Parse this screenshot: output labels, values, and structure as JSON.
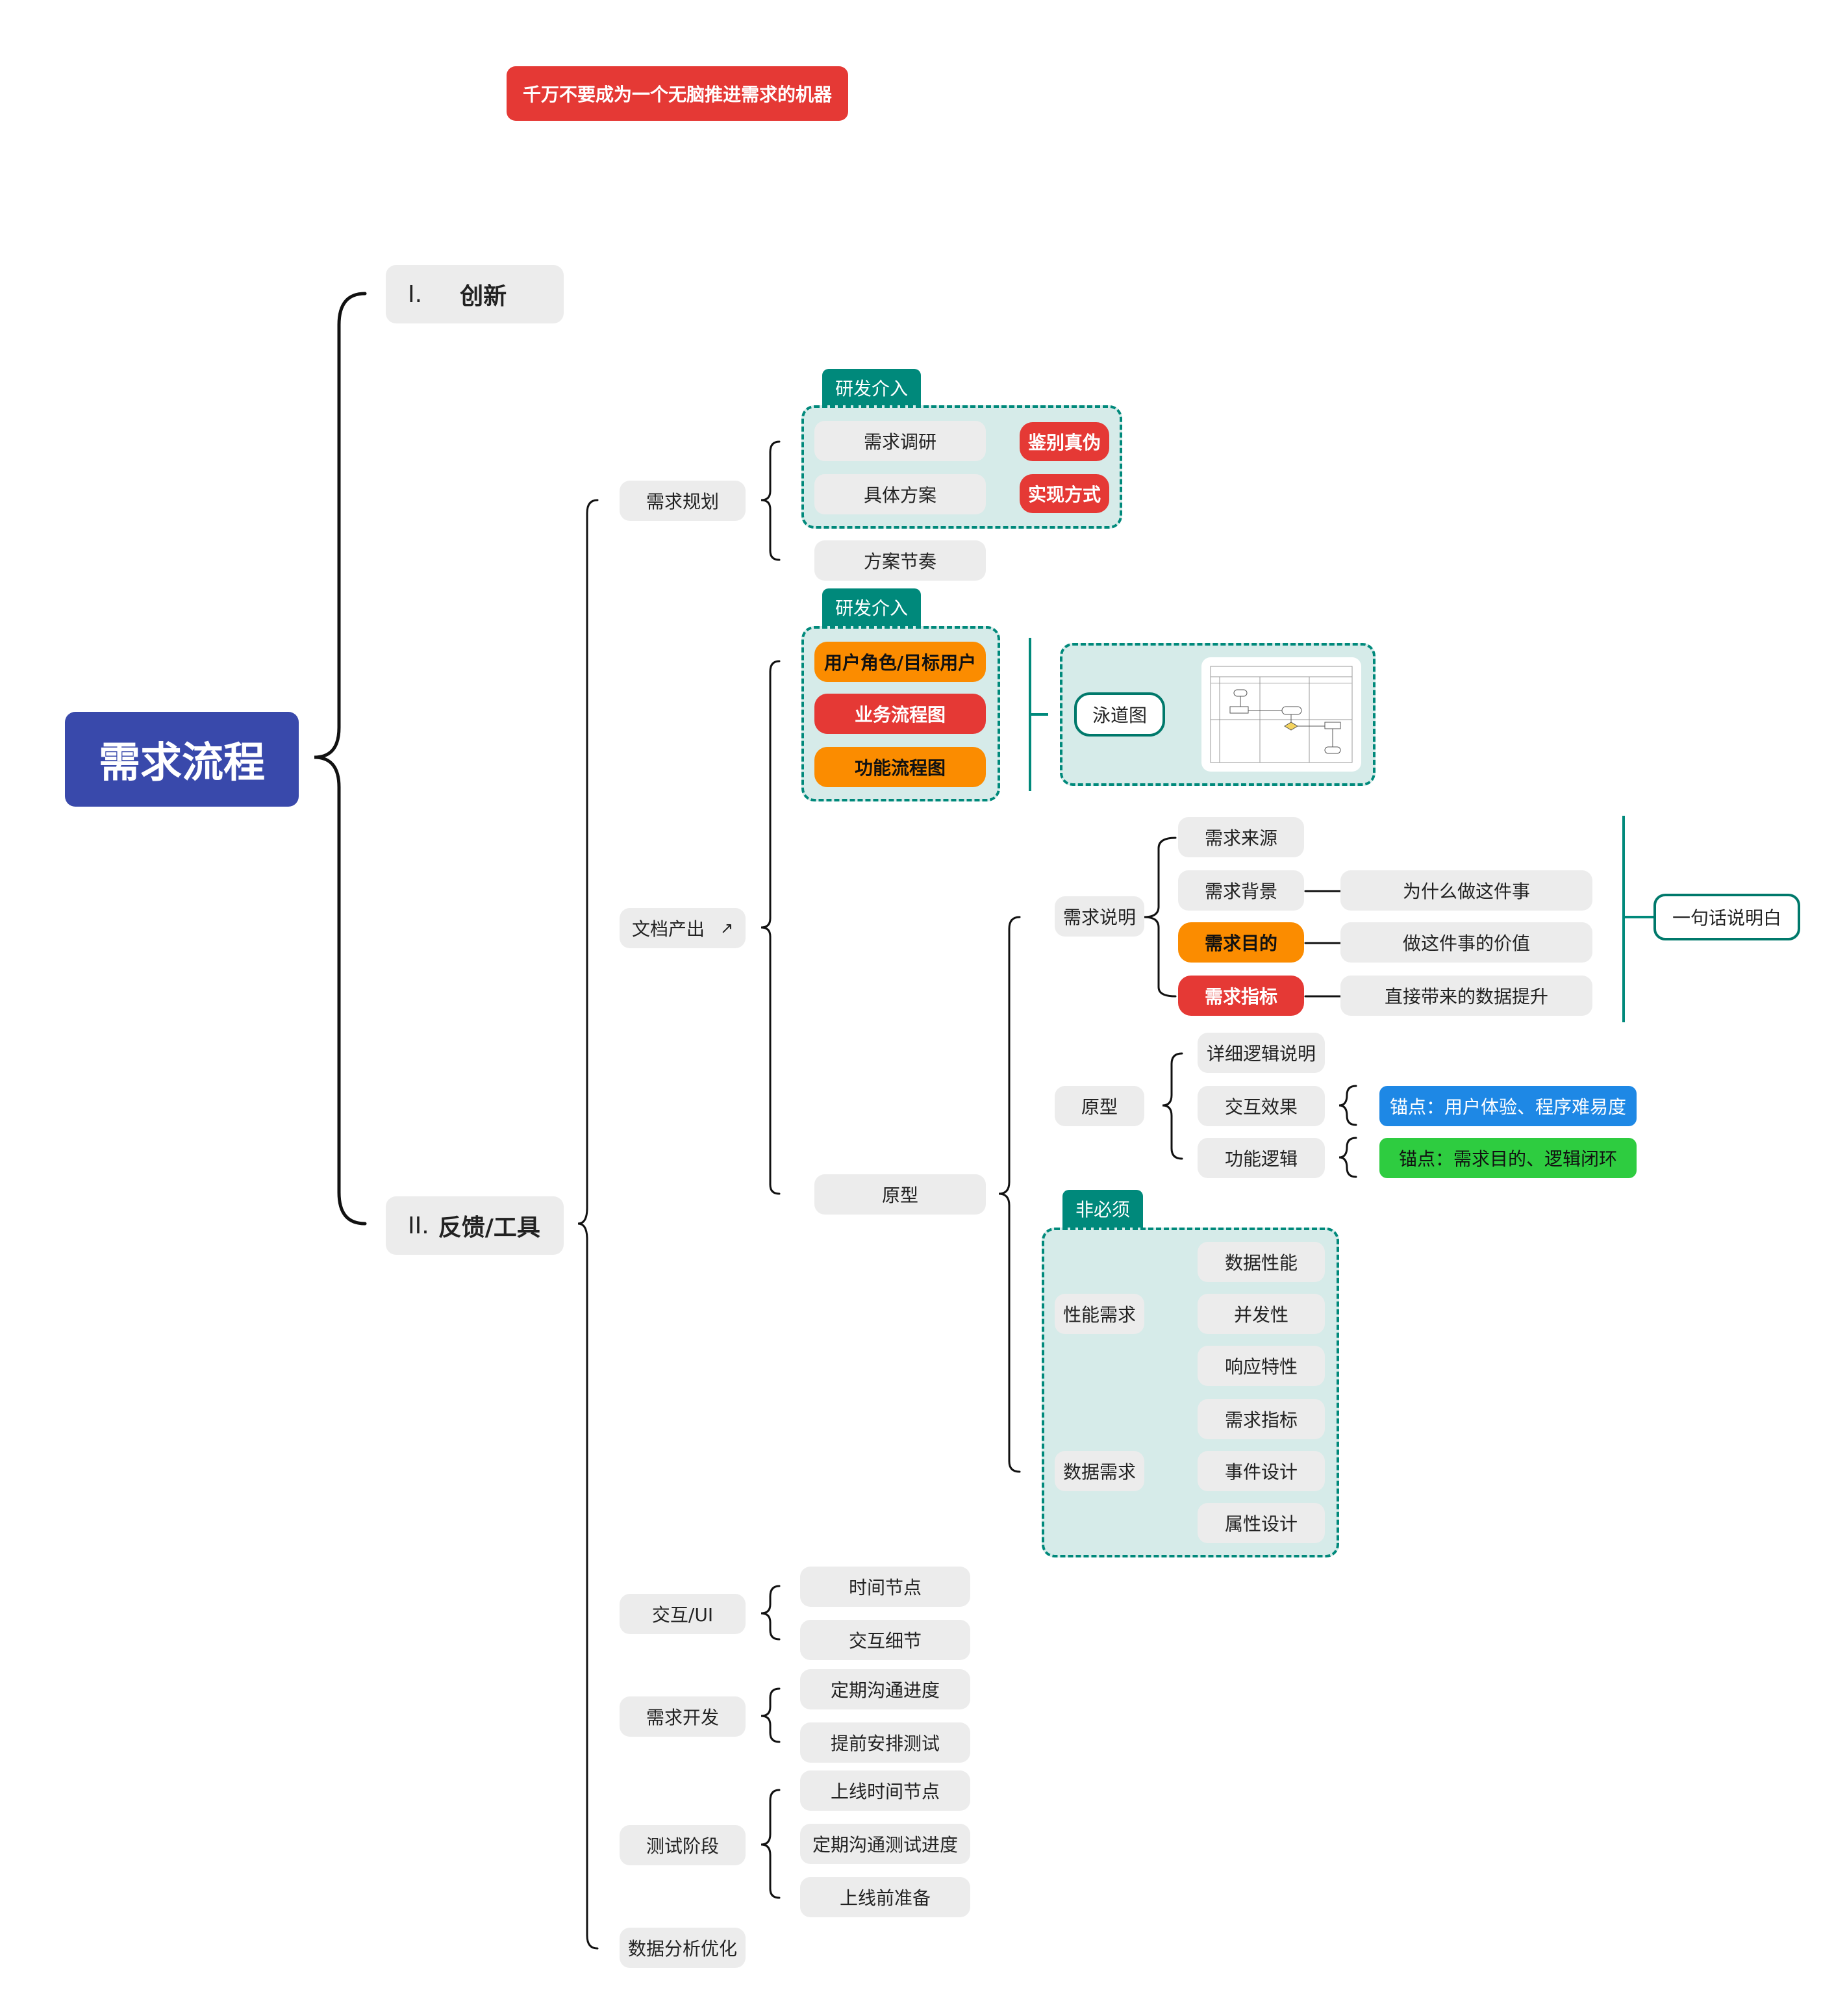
{
  "root": "需求流程",
  "banner": "千万不要成为一个无脑推进需求的机器",
  "section1": {
    "num": "I.",
    "label": "创新"
  },
  "section2": {
    "num": "II.",
    "label": "反馈/工具"
  },
  "planning": {
    "label": "需求规划",
    "tag": "研发介入",
    "items": [
      "需求调研",
      "具体方案"
    ],
    "notes": [
      "鉴别真伪",
      "实现方式"
    ],
    "extra": "方案节奏"
  },
  "docs": {
    "label": "文档产出",
    "tag": "研发介入",
    "items": [
      "用户角色/目标用户",
      "业务流程图",
      "功能流程图"
    ],
    "swimlane": "泳道图",
    "prototype": "原型"
  },
  "desc": {
    "label": "需求说明",
    "items": [
      "需求来源",
      "需求背景",
      "需求目的",
      "需求指标"
    ],
    "notes": [
      "为什么做这件事",
      "做这件事的价值",
      "直接带来的数据提升"
    ],
    "summary": "一句话说明白"
  },
  "proto": {
    "label": "原型",
    "items": [
      "详细逻辑说明",
      "交互效果",
      "功能逻辑"
    ],
    "anchors": [
      "锚点：用户体验、程序难易度",
      "锚点：需求目的、逻辑闭环"
    ]
  },
  "optional": {
    "tag": "非必须",
    "perf": {
      "label": "性能需求",
      "items": [
        "数据性能",
        "并发性",
        "响应特性"
      ]
    },
    "data": {
      "label": "数据需求",
      "items": [
        "需求指标",
        "事件设计",
        "属性设计"
      ]
    }
  },
  "ui": {
    "label": "交互/UI",
    "items": [
      "时间节点",
      "交互细节"
    ]
  },
  "dev": {
    "label": "需求开发",
    "items": [
      "定期沟通进度",
      "提前安排测试"
    ]
  },
  "test": {
    "label": "测试阶段",
    "items": [
      "上线时间节点",
      "定期沟通测试进度",
      "上线前准备"
    ]
  },
  "analysis": "数据分析优化",
  "colors": {
    "root": "#3949ab",
    "red": "#e53935",
    "orange": "#fb8c00",
    "teal": "#00897b",
    "blue": "#1e88e5",
    "green": "#2ecc40"
  }
}
